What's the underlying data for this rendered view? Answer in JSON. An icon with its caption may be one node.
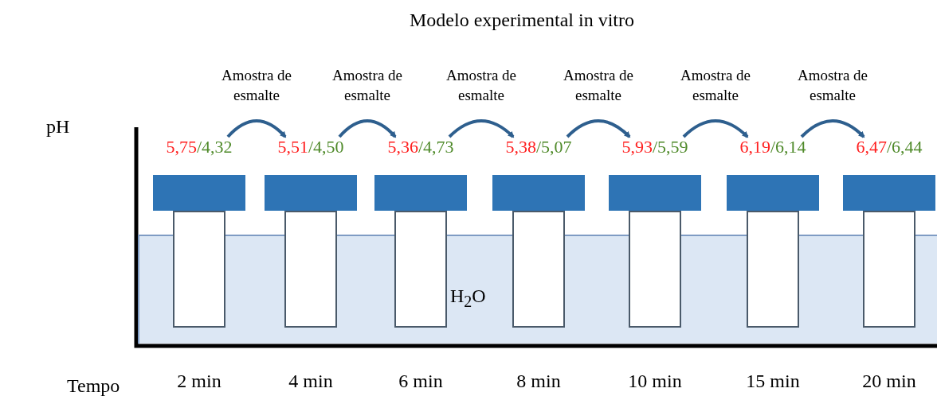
{
  "diagram": {
    "title": "Modelo experimental in vitro",
    "nodes": [
      {
        "text": [],
        "shape": "bar",
        "beside": [
          "5,75/4,32"
        ]
      },
      {
        "text": [],
        "shape": "bar",
        "beside": [
          "5,51/4,50"
        ]
      },
      {
        "text": [],
        "shape": "bar",
        "beside": [
          "5,36/4,73"
        ]
      },
      {
        "text": [],
        "shape": "bar",
        "beside": [
          "5,38/5,07"
        ]
      },
      {
        "text": [],
        "shape": "bar",
        "beside": [
          "5,93/5,59"
        ]
      },
      {
        "text": [],
        "shape": "bar",
        "beside": [
          "6,19/6,14"
        ]
      },
      {
        "text": [],
        "shape": "bar",
        "beside": [
          "6,47/6,44"
        ]
      },
      {
        "text": [
          "H$_{2}$O"
        ]
      }
    ],
    "edges": [
      {
        "from": 0,
        "to": 1,
        "arrow": "to",
        "label": "Amostra de esmalte"
      },
      {
        "from": 1,
        "to": 2,
        "arrow": "to",
        "label": "Amostra de esmalte"
      },
      {
        "from": 2,
        "to": 3,
        "arrow": "to",
        "label": "Amostra de esmalte"
      },
      {
        "from": 3,
        "to": 4,
        "arrow": "to",
        "label": "Amostra de esmalte"
      },
      {
        "from": 4,
        "to": 5,
        "arrow": "to",
        "label": "Amostra de esmalte"
      },
      {
        "from": 5,
        "to": 6,
        "arrow": "to",
        "label": "Amostra de esmalte"
      }
    ],
    "labels": [
      "pH",
      "Tempo",
      "2 min",
      "4 min",
      "6 min",
      "8 min",
      "10 min",
      "15 min",
      "20 min"
    ]
  }
}
